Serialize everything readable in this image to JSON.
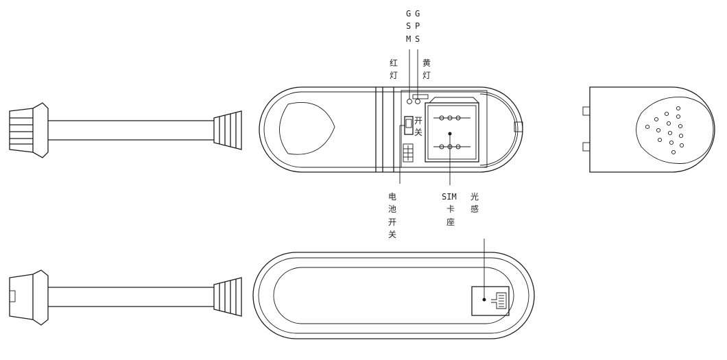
{
  "colors": {
    "line": "#1a1a1a",
    "background": "#ffffff"
  },
  "labels": {
    "gsm": [
      "G",
      "S",
      "M"
    ],
    "gps": [
      "G",
      "P",
      "S"
    ],
    "red_light": [
      "红",
      "灯"
    ],
    "yellow_light": [
      "黄",
      "灯"
    ],
    "battery_switch": [
      "电",
      "池",
      "开",
      "关"
    ],
    "sim_slot": [
      "SIM",
      "卡",
      "座"
    ],
    "light_sensor": [
      "光",
      "感"
    ]
  }
}
